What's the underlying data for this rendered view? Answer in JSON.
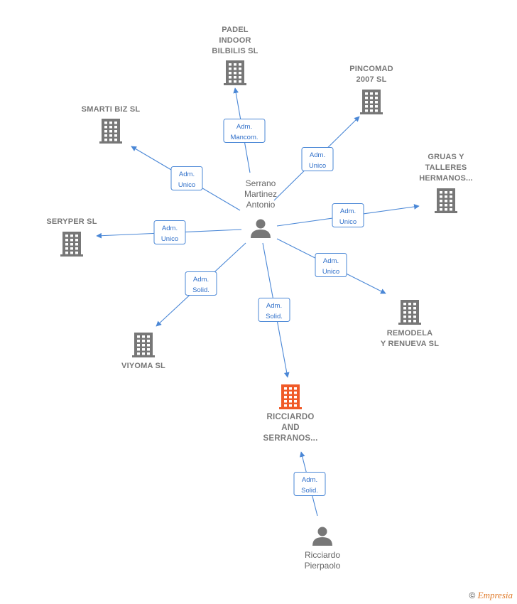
{
  "colors": {
    "edge": "#4a87d6",
    "company_icon": "#777777",
    "focus_icon": "#f05a28",
    "person_icon": "#777777"
  },
  "persons": [
    {
      "id": "serrano",
      "lines": [
        "Serrano",
        "Martinez",
        "Antonio"
      ],
      "icon": "person-icon"
    },
    {
      "id": "ricciardo",
      "lines": [
        "Ricciardo",
        "Pierpaolo"
      ],
      "icon": "person-icon"
    }
  ],
  "companies": [
    {
      "id": "padel",
      "lines": [
        "PADEL",
        "INDOOR",
        "BILBILIS  SL"
      ],
      "icon": "building-icon"
    },
    {
      "id": "pincomad",
      "lines": [
        "PINCOMAD",
        "2007 SL"
      ],
      "icon": "building-icon"
    },
    {
      "id": "smarti",
      "lines": [
        "SMARTI BIZ  SL"
      ],
      "icon": "building-icon"
    },
    {
      "id": "gruas",
      "lines": [
        "GRUAS Y",
        "TALLERES",
        "HERMANOS..."
      ],
      "icon": "building-icon"
    },
    {
      "id": "seryper",
      "lines": [
        "SERYPER  SL"
      ],
      "icon": "building-icon"
    },
    {
      "id": "remodela",
      "lines": [
        "REMODELA",
        "Y RENUEVA SL"
      ],
      "icon": "building-icon"
    },
    {
      "id": "viyoma",
      "lines": [
        "VIYOMA SL"
      ],
      "icon": "building-icon"
    },
    {
      "id": "ricciardo_serranos",
      "lines": [
        "RICCIARDO",
        "AND",
        "SERRANOS..."
      ],
      "icon": "building-icon",
      "focus": true
    }
  ],
  "edges": [
    {
      "from": "serrano",
      "to": "padel",
      "role": [
        "Adm.",
        "Mancom."
      ]
    },
    {
      "from": "serrano",
      "to": "pincomad",
      "role": [
        "Adm.",
        "Unico"
      ]
    },
    {
      "from": "serrano",
      "to": "smarti",
      "role": [
        "Adm.",
        "Unico"
      ]
    },
    {
      "from": "serrano",
      "to": "gruas",
      "role": [
        "Adm.",
        "Unico"
      ]
    },
    {
      "from": "serrano",
      "to": "seryper",
      "role": [
        "Adm.",
        "Unico"
      ]
    },
    {
      "from": "serrano",
      "to": "remodela",
      "role": [
        "Adm.",
        "Unico"
      ]
    },
    {
      "from": "serrano",
      "to": "viyoma",
      "role": [
        "Adm.",
        "Solid."
      ]
    },
    {
      "from": "serrano",
      "to": "ricciardo_serranos",
      "role": [
        "Adm.",
        "Solid."
      ]
    },
    {
      "from": "ricciardo",
      "to": "ricciardo_serranos",
      "role": [
        "Adm.",
        "Solid."
      ]
    }
  ],
  "footer": {
    "copyright_symbol": "©",
    "brand": "Empresia"
  }
}
